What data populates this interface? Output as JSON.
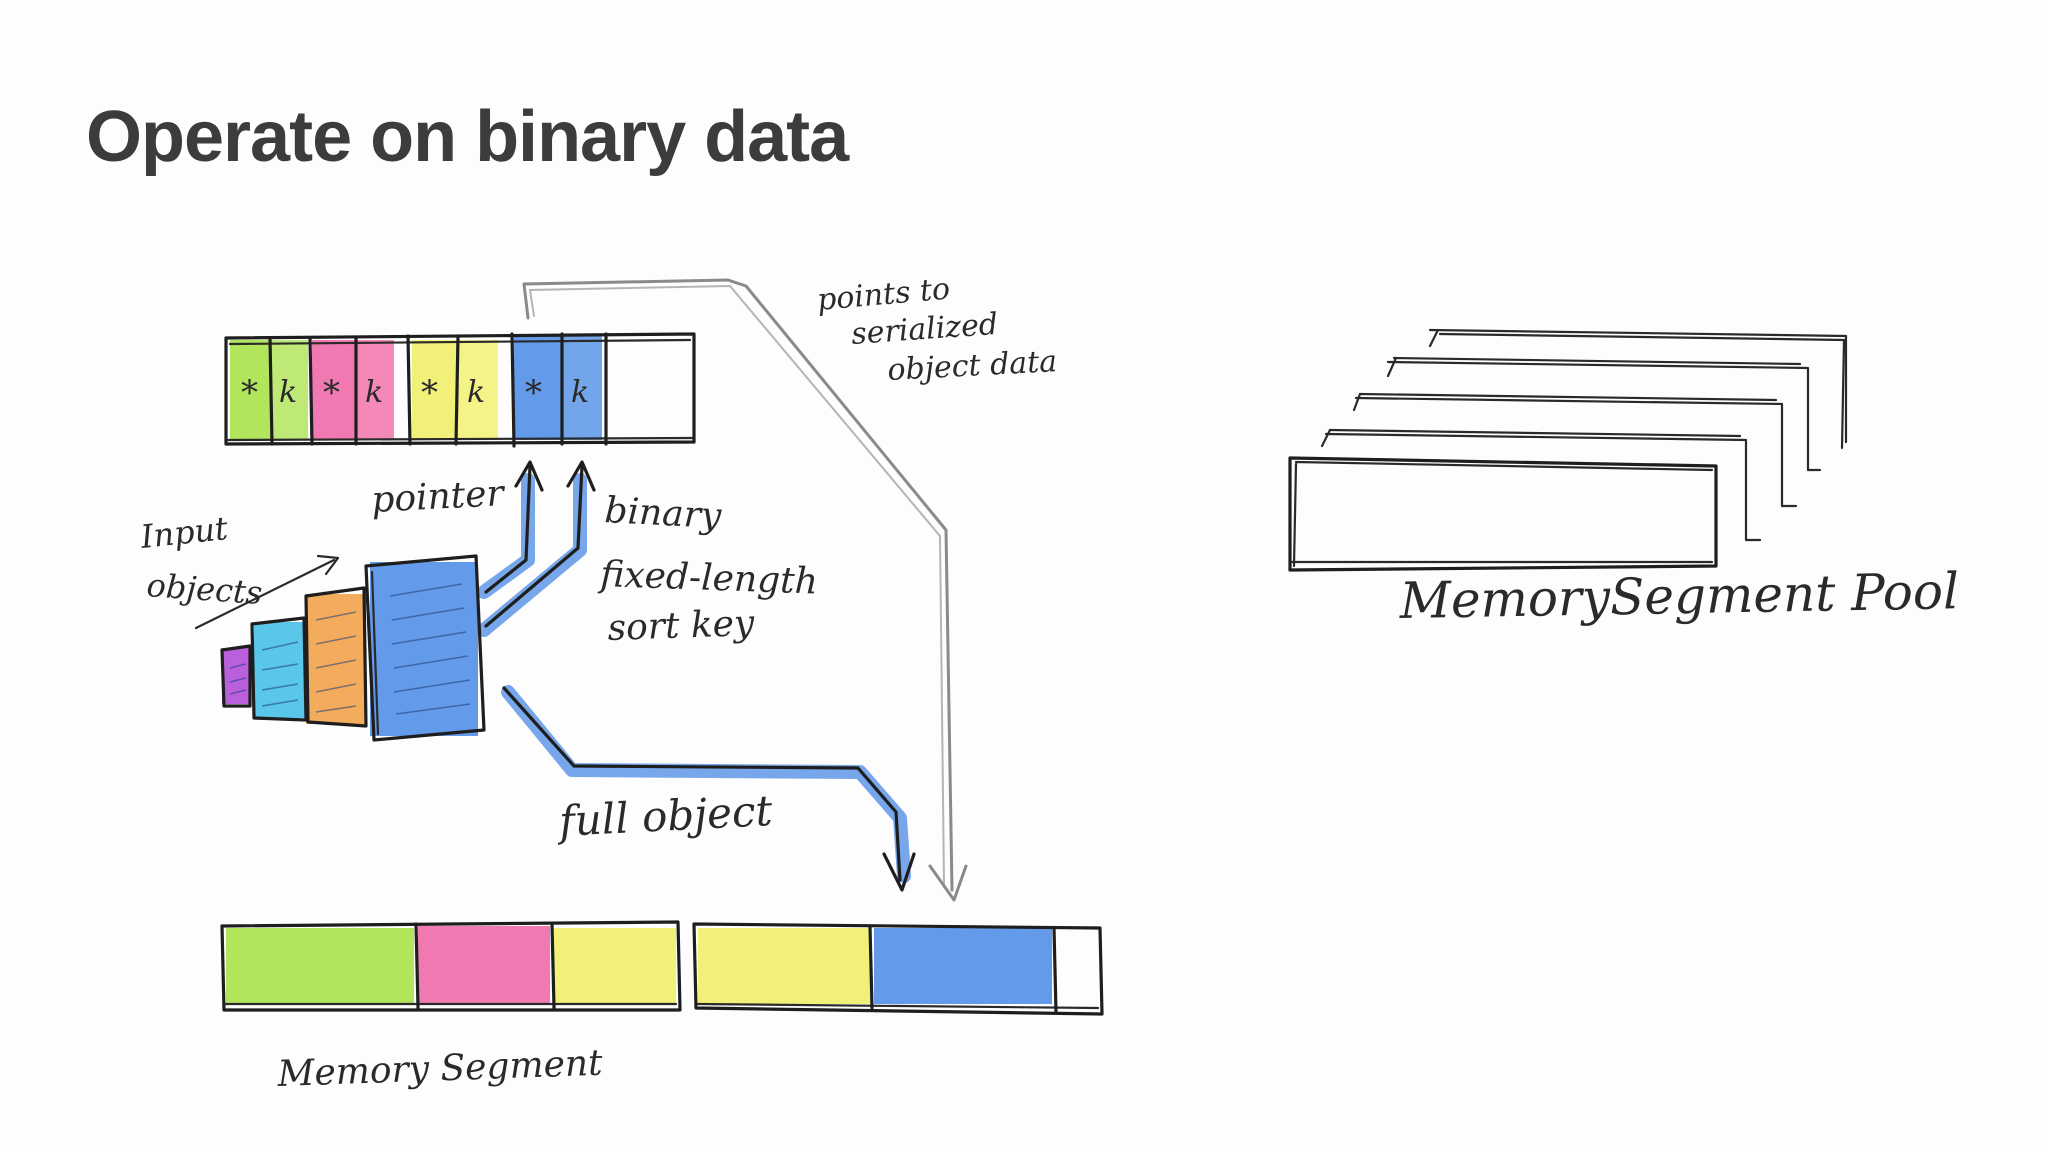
{
  "slide": {
    "title": "Operate on binary data"
  },
  "diagram": {
    "sort_buffer": {
      "cells": [
        "*",
        "k",
        "*",
        "k",
        "*",
        "k",
        "*",
        "k"
      ],
      "colors": [
        "#a8e24a",
        "#a8e24a",
        "#f06aa8",
        "#f06aa8",
        "#f0f06a",
        "#f0f06a",
        "#5b95e8",
        "#5b95e8"
      ]
    },
    "labels": {
      "pointer": "pointer",
      "binary": "binary",
      "fixed_length": "fixed-length",
      "sort_key": "sort key",
      "input_line1": "Input",
      "input_line2": "objects",
      "points_line1": "points to",
      "points_line2": "serialized",
      "points_line3": "object data",
      "full_object": "full object",
      "memory_segment": "Memory Segment",
      "memory_segment_pool": "MemorySegment Pool"
    },
    "input_objects": {
      "colors": [
        "#b34fd9",
        "#48c0e8",
        "#f2a24a",
        "#5b95e8"
      ]
    },
    "memory_segments": {
      "segment_a_colors": [
        "#a8e24a",
        "#f06aa8",
        "#f0f06a"
      ],
      "segment_b_colors": [
        "#f0f06a",
        "#5b95e8"
      ]
    },
    "colors": {
      "ink": "#1e1e1e",
      "pointer_grey": "#8a8a8a",
      "highlight_blue": "#5f98e6"
    }
  }
}
